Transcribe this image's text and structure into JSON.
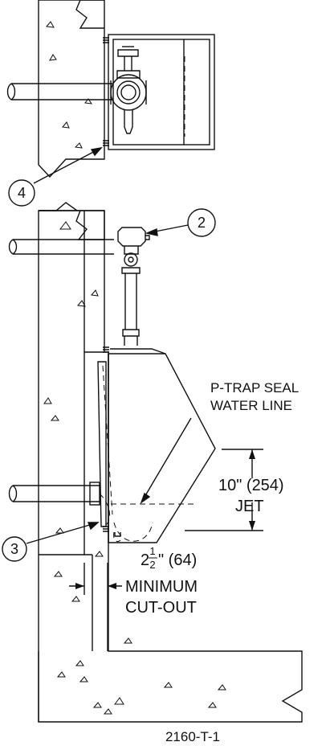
{
  "callouts": {
    "c2": "2",
    "c3": "3",
    "c4": "4"
  },
  "labels": {
    "ptrap_line1": "P-TRAP SEAL",
    "ptrap_line2": "WATER LINE",
    "jet_value": "10\" (254)",
    "jet_label": "JET",
    "cutout_whole": "2",
    "cutout_num": "1",
    "cutout_den": "2",
    "cutout_value": "\" (64)",
    "cutout_line1": "MINIMUM",
    "cutout_line2": "CUT-OUT"
  },
  "figure_id": "2160-T-1",
  "colors": {
    "line": "#111111",
    "background": "#ffffff"
  }
}
